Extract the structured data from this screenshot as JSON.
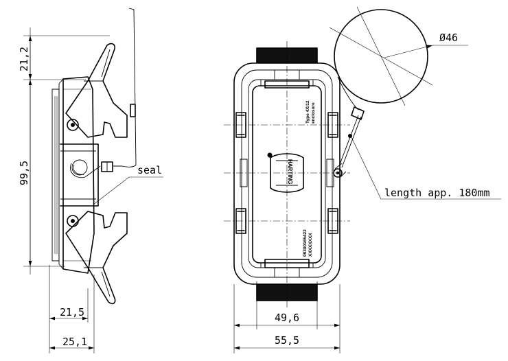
{
  "dimensions": {
    "top_height": "21,2",
    "body_height": "99,5",
    "depth_inner": "21,5",
    "depth_outer": "25,1",
    "width_inner": "49,6",
    "width_outer": "55,5",
    "loop_diameter": "Ø46"
  },
  "callouts": {
    "seal": "seal",
    "cord_length": "length app. 180mm"
  },
  "housing_markings": {
    "type_rating": "Type 4X/12",
    "enclosure": "enclosure",
    "brand": "HARTING",
    "part_number": "09300165422",
    "serial": "XXXXXXXX"
  }
}
